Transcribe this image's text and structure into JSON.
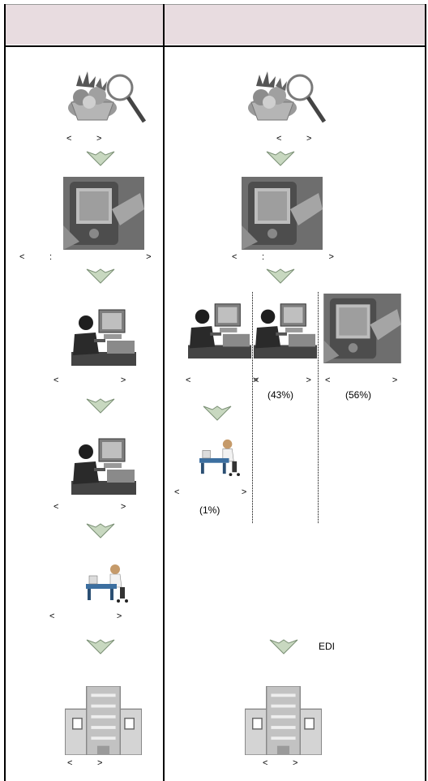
{
  "header": {
    "left_title": "",
    "right_title": ""
  },
  "left": {
    "labels": {
      "l1": "<          >",
      "l2": "<          :                                      >",
      "l3": "<                         >",
      "l4": "<                         >",
      "l5": "<                         >",
      "l6": "<          >"
    }
  },
  "right": {
    "labels": {
      "r1": "<          >",
      "r2": "<          :                          >",
      "r3a": "<                         >",
      "r3b": "<                   >",
      "r3c": "<                         >",
      "r4": "<                         >",
      "r6": "<          >"
    },
    "pct_a": "(43%)",
    "pct_b": "(56%)",
    "pct_c": "(1%)",
    "edi": "EDI"
  },
  "icons": {
    "search": "search-basket-magnifier-icon",
    "handheld": "handheld-device-icon",
    "computer_user": "computer-user-icon",
    "office_worker": "office-worker-icon",
    "building": "building-icon",
    "arrow": "down-arrow-icon"
  }
}
